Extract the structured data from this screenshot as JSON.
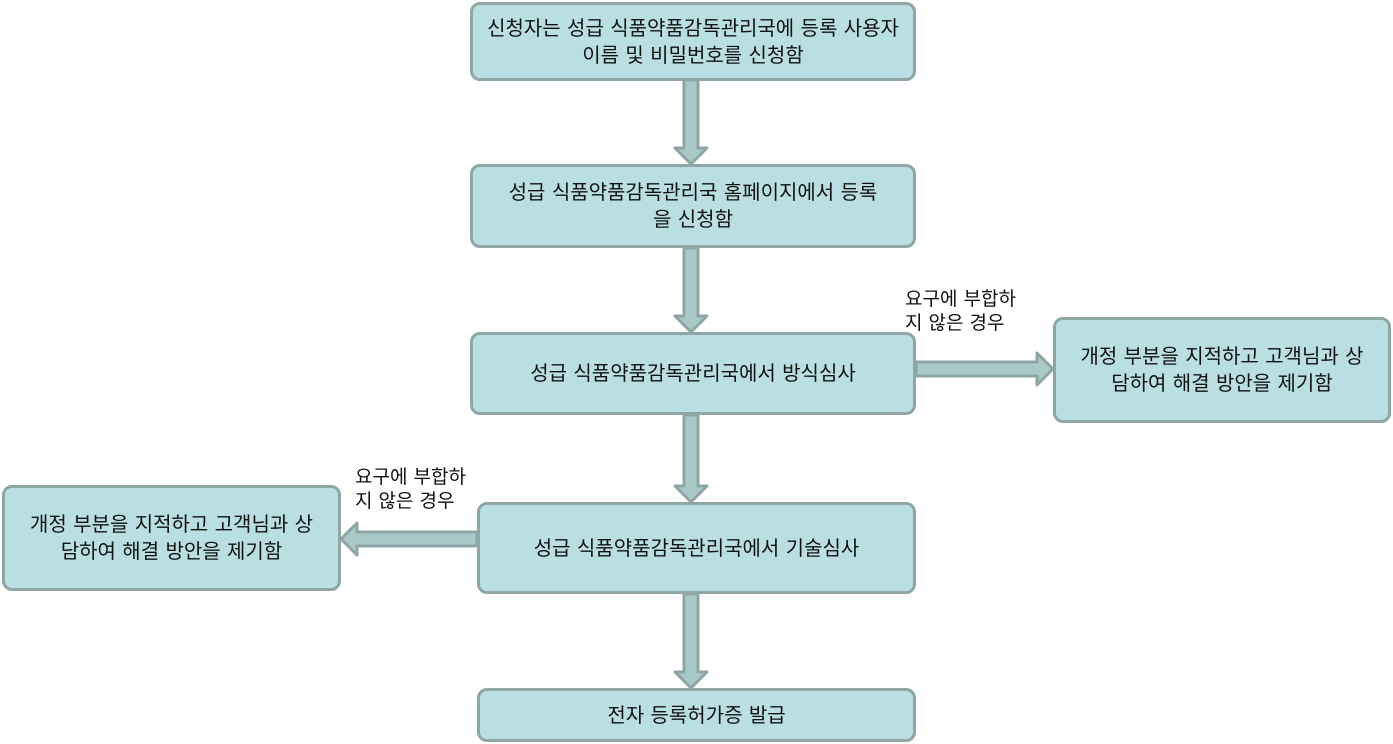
{
  "steps": [
    {
      "text": "신청자는 성급 식품약품감독관리국에 등록 사용자 이름 및 비밀번호를 신청함"
    },
    {
      "text": "성급 식품약품감독관리국 홈페이지에서 등록을 신청함"
    },
    {
      "text": "성급 식품약품감독관리국에서 방식심사"
    },
    {
      "text": "성급 식품약품감독관리국에서 기술심사"
    },
    {
      "text": "전자 등록허가증 발급"
    }
  ],
  "side_boxes": [
    {
      "text": "개정 부분을 지적하고 고객님과 상담하여 해결 방안을 제기함"
    },
    {
      "text": "개정 부분을 지적하고 고객님과 상담하여 해결 방안을 제기함"
    }
  ],
  "branch_labels": [
    {
      "line1": "요구에 부합하",
      "line2": "지 않은 경우"
    },
    {
      "line1": "요구에 부합하",
      "line2": "지 않은 경우"
    }
  ],
  "colors": {
    "box_fill": "#b9dfe3",
    "box_border": "#8fa7a4",
    "arrow_fill": "#a9c9c9",
    "arrow_stroke": "#8ea6a3"
  }
}
